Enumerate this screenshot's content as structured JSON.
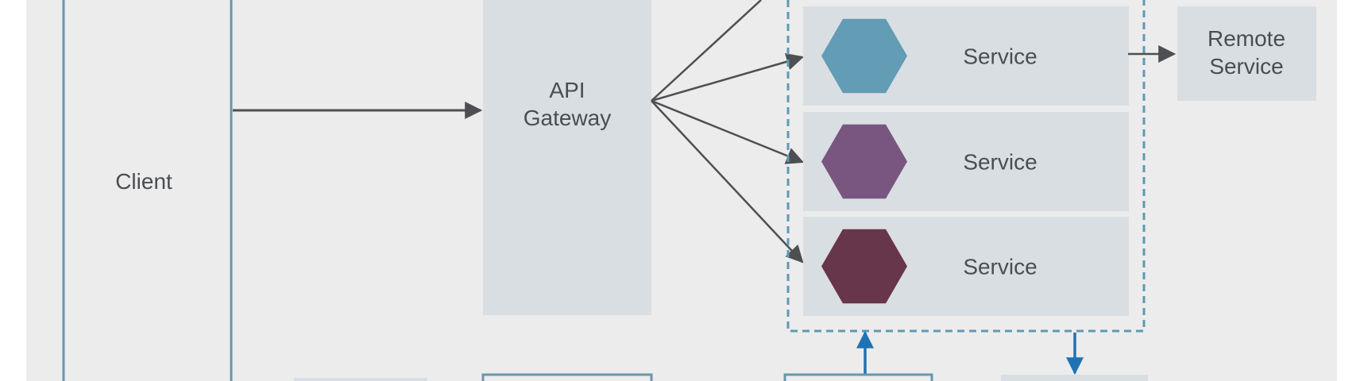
{
  "client": {
    "label": "Client"
  },
  "gateway": {
    "line1": "API",
    "line2": "Gateway"
  },
  "services": [
    {
      "label": "Service",
      "color": "#629cb5"
    },
    {
      "label": "Service",
      "color": "#79567f"
    },
    {
      "label": "Service",
      "color": "#67364a"
    }
  ],
  "remote": {
    "line1": "Remote",
    "line2": "Service"
  },
  "colors": {
    "page": "#ffffff",
    "canvas": "#ececec",
    "box": "#d9dee2",
    "outline": "#6797ae",
    "dashed": "#5e9ab5",
    "arrow_dark": "#4d4f52",
    "arrow_blue": "#1e73b6",
    "text": "#4a4d52"
  }
}
